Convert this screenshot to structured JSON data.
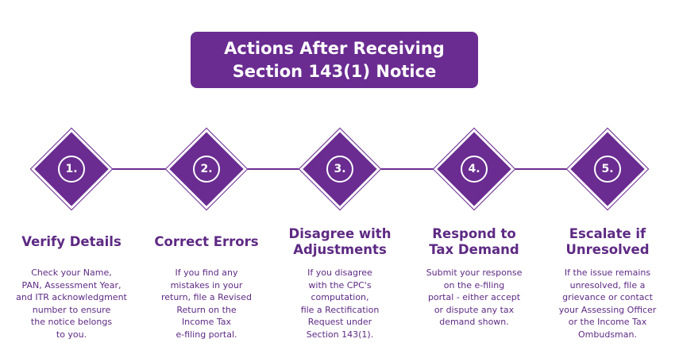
{
  "header": {
    "title_lines": [
      "Actions After Receiving",
      "Section 143(1) Notice"
    ]
  },
  "colors": {
    "accent": "#6a2c91",
    "text": "#5e2a84"
  },
  "steps": [
    {
      "number": "1.",
      "title_lines": [
        "Verify Details"
      ],
      "body_lines": [
        "Check your Name,",
        "PAN, Assessment Year,",
        "and ITR acknowledgment",
        "number to ensure",
        "the notice belongs",
        "to you."
      ]
    },
    {
      "number": "2.",
      "title_lines": [
        "Correct Errors"
      ],
      "body_lines": [
        "If you find any",
        "mistakes in your",
        "return, file a Revised",
        "Return on the",
        "Income Tax",
        "e-filing portal."
      ]
    },
    {
      "number": "3.",
      "title_lines": [
        "Disagree with",
        "Adjustments"
      ],
      "body_lines": [
        "If you disagree",
        "with the CPC's",
        "computation,",
        "file a Rectification",
        "Request under",
        "Section 143(1)."
      ]
    },
    {
      "number": "4.",
      "title_lines": [
        "Respond to",
        "Tax Demand"
      ],
      "body_lines": [
        "Submit your response",
        "on the e-filing",
        "portal - either accept",
        "or dispute any tax",
        "demand shown."
      ]
    },
    {
      "number": "5.",
      "title_lines": [
        "Escalate if",
        "Unresolved"
      ],
      "body_lines": [
        "If the issue remains",
        "unresolved, file a",
        "grievance or contact",
        "your Assessing Officer",
        "or the Income Tax",
        "Ombudsman."
      ]
    }
  ]
}
